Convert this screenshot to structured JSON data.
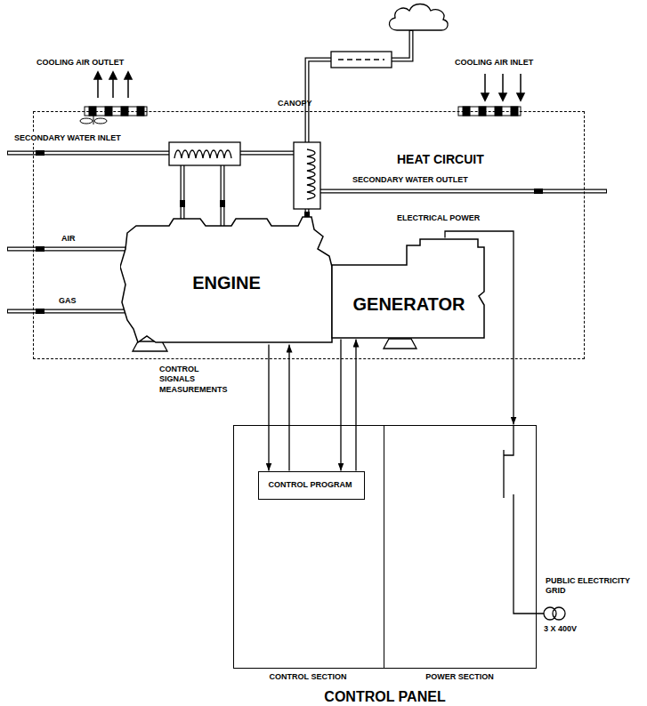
{
  "diagram": {
    "nodes": [
      {
        "text": [
          "CANOPY"
        ]
      },
      {
        "text": [
          "ENGINE"
        ],
        "in": 0
      },
      {
        "text": [
          "GENERATOR"
        ],
        "in": 0
      },
      {
        "text": [
          "CONTROL PANEL"
        ]
      },
      {
        "text": [
          "CONTROL SECTION"
        ],
        "in": 3
      },
      {
        "text": [
          "CONTROL PROGRAM"
        ],
        "in": 4
      },
      {
        "text": [
          "POWER SECTION"
        ],
        "in": 3
      }
    ],
    "edges": [
      {
        "from": 1,
        "to": 5,
        "arrow": "to"
      },
      {
        "from": 5,
        "to": 1,
        "arrow": "to"
      },
      {
        "from": 2,
        "to": 5,
        "arrow": "to"
      },
      {
        "from": 5,
        "to": 2,
        "arrow": "to"
      },
      {
        "from": 2,
        "to": 6,
        "label": "ELECTRICAL POWER",
        "arrow": "to"
      }
    ],
    "labels": [
      "COOLING AIR OUTLET",
      "COOLING AIR INLET",
      "SECONDARY WATER INLET",
      "HEAT CIRCUIT",
      "SECONDARY WATER OUTLET",
      "AIR",
      "GAS",
      "CONTROL SIGNALS MEASUREMENTS",
      "PUBLIC ELECTRICITY GRID",
      "3 X 400V"
    ]
  }
}
